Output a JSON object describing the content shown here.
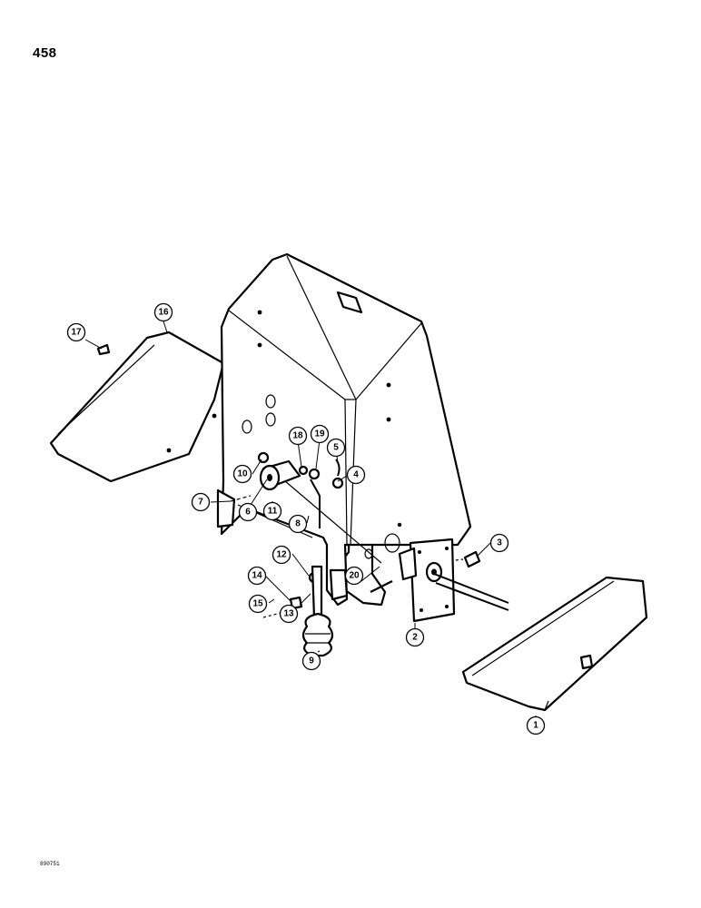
{
  "page": {
    "number": "458",
    "drawing_code": "890751"
  },
  "callouts": [
    {
      "id": "1",
      "label": "1"
    },
    {
      "id": "2",
      "label": "2"
    },
    {
      "id": "3",
      "label": "3"
    },
    {
      "id": "4",
      "label": "4"
    },
    {
      "id": "5",
      "label": "5"
    },
    {
      "id": "6",
      "label": "6"
    },
    {
      "id": "7",
      "label": "7"
    },
    {
      "id": "8",
      "label": "8"
    },
    {
      "id": "9",
      "label": "9"
    },
    {
      "id": "10",
      "label": "10"
    },
    {
      "id": "11",
      "label": "11"
    },
    {
      "id": "12",
      "label": "12"
    },
    {
      "id": "13",
      "label": "13"
    },
    {
      "id": "14",
      "label": "14"
    },
    {
      "id": "15",
      "label": "15"
    },
    {
      "id": "16",
      "label": "16"
    },
    {
      "id": "17",
      "label": "17"
    },
    {
      "id": "18",
      "label": "18"
    },
    {
      "id": "19",
      "label": "19"
    },
    {
      "id": "20",
      "label": "20"
    }
  ]
}
